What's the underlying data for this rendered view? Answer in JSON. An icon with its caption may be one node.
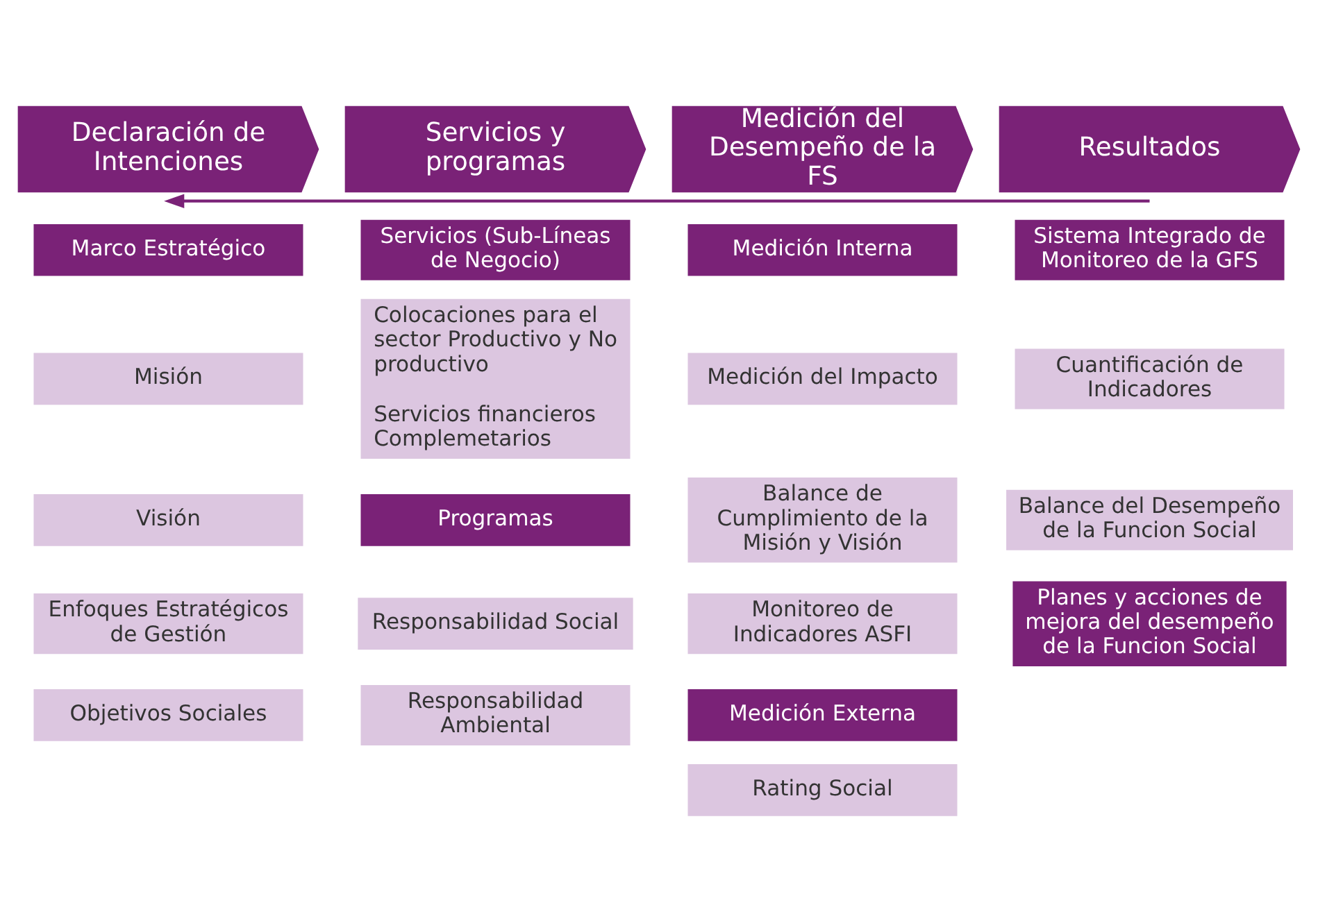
{
  "diagram": {
    "nodes": [
      {
        "text": [
          "Declaración de Intenciones"
        ]
      },
      {
        "text": [
          "Servicios y programas"
        ]
      },
      {
        "text": [
          "Medición del Desempeño de la FS"
        ]
      },
      {
        "text": [
          "Resultados"
        ]
      },
      {
        "text": [
          "Marco Estratégico"
        ]
      },
      {
        "text": [
          "Misión"
        ]
      },
      {
        "text": [
          "Visión"
        ]
      },
      {
        "text": [
          "Enfoques Estratégicos de Gestión"
        ]
      },
      {
        "text": [
          "Objetivos Sociales"
        ]
      },
      {
        "text": [
          "Servicios (Sub-Líneas de Negocio)"
        ]
      },
      {
        "text": [
          "Colocaciones para el sector Productivo y No productivo",
          "Servicios financieros Complemetarios"
        ]
      },
      {
        "text": [
          "Programas"
        ]
      },
      {
        "text": [
          "Responsabilidad Social"
        ]
      },
      {
        "text": [
          "Responsabilidad Ambiental"
        ]
      },
      {
        "text": [
          "Medición Interna"
        ]
      },
      {
        "text": [
          "Medición del Impacto"
        ]
      },
      {
        "text": [
          "Balance de Cumplimiento de la Misión y Visión"
        ]
      },
      {
        "text": [
          "Monitoreo de Indicadores ASFI"
        ]
      },
      {
        "text": [
          "Medición Externa"
        ]
      },
      {
        "text": [
          "Rating Social"
        ]
      },
      {
        "text": [
          "Sistema Integrado de Monitoreo de la GFS"
        ]
      },
      {
        "text": [
          "Cuantificación de Indicadores"
        ]
      },
      {
        "text": [
          "Balance del Desempeño de la Funcion Social"
        ]
      },
      {
        "text": [
          "Planes y acciones de mejora del desempeño de la Funcion Social"
        ]
      }
    ],
    "edges": [
      {
        "from": 3,
        "to": 0,
        "arrow": "to"
      }
    ]
  }
}
